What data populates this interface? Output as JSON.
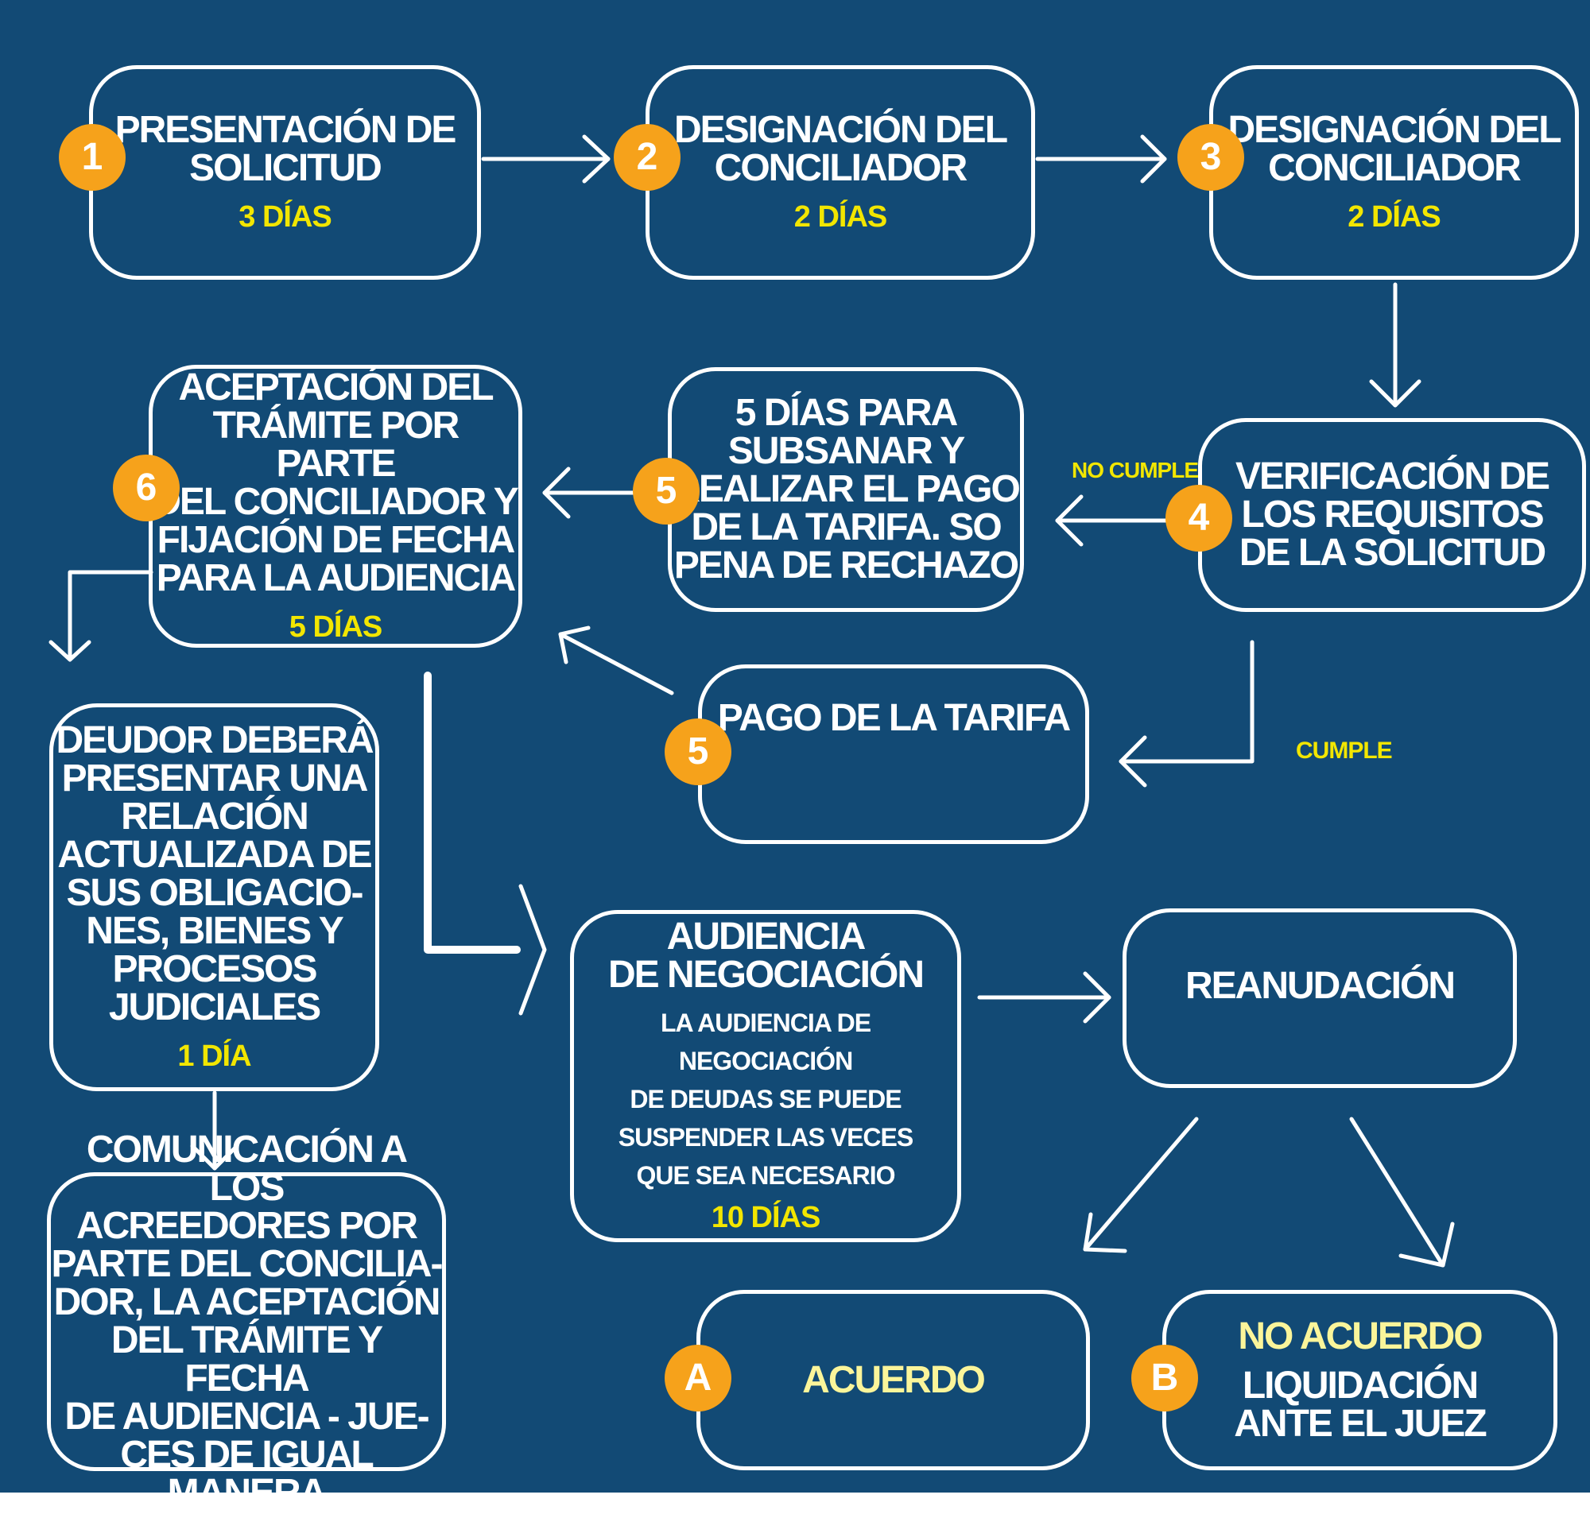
{
  "steps": {
    "s1": {
      "badge": "1",
      "title": "PRESENTACIÓN DE\nSOLICITUD",
      "days": "3 DÍAS"
    },
    "s2": {
      "badge": "2",
      "title": "DESIGNACIÓN DEL\nCONCILIADOR",
      "days": "2 DÍAS"
    },
    "s3": {
      "badge": "3",
      "title": "DESIGNACIÓN DEL\nCONCILIADOR",
      "days": "2 DÍAS"
    },
    "s4": {
      "badge": "4",
      "title": "VERIFICACIÓN DE\nLOS REQUISITOS\nDE LA SOLICITUD"
    },
    "s5a": {
      "badge": "5",
      "title": "5 DÍAS PARA\nSUBSANAR Y\nREALIZAR EL PAGO\nDE LA TARIFA. SO\nPENA DE RECHAZO"
    },
    "s5b": {
      "badge": "5",
      "title": "PAGO DE LA TARIFA"
    },
    "s6": {
      "badge": "6",
      "title": "ACEPTACIÓN DEL\nTRÁMITE POR PARTE\nDEL CONCILIADOR Y\nFIJACIÓN DE FECHA\nPARA LA AUDIENCIA",
      "days": "5 DÍAS"
    },
    "deudor": {
      "title": "DEUDOR DEBERÁ\nPRESENTAR UNA\nRELACIÓN\nACTUALIZADA DE\nSUS OBLIGACIO-\nNES, BIENES Y\nPROCESOS\nJUDICIALES",
      "days": "1 DÍA"
    },
    "comunicacion": {
      "title": "COMUNICACIÓN A LOS\nACREEDORES POR\nPARTE DEL CONCILIA-\nDOR, LA ACEPTACIÓN\nDEL TRÁMITE Y FECHA\nDE AUDIENCIA - JUE-\nCES DE IGUAL MANERA"
    },
    "audiencia": {
      "title": "AUDIENCIA\nDE NEGOCIACIÓN",
      "note": "LA AUDIENCIA DE NEGOCIACIÓN\nDE DEUDAS SE PUEDE\nSUSPENDER LAS VECES\nQUE SEA NECESARIO",
      "days": "10 DÍAS"
    },
    "reanudacion": {
      "title": "REANUDACIÓN"
    },
    "acuerdo": {
      "badge": "A",
      "title": "ACUERDO"
    },
    "noacuerdo": {
      "badge": "B",
      "title_highlight": "NO ACUERDO",
      "title": "LIQUIDACIÓN\nANTE EL JUEZ"
    }
  },
  "labels": {
    "no_cumple": "NO CUMPLE",
    "cumple": "CUMPLE"
  },
  "colors": {
    "background": "#124a75",
    "badge": "#f6a21b",
    "days": "#f2e600",
    "highlight": "#fbf59a",
    "stroke": "#ffffff"
  }
}
